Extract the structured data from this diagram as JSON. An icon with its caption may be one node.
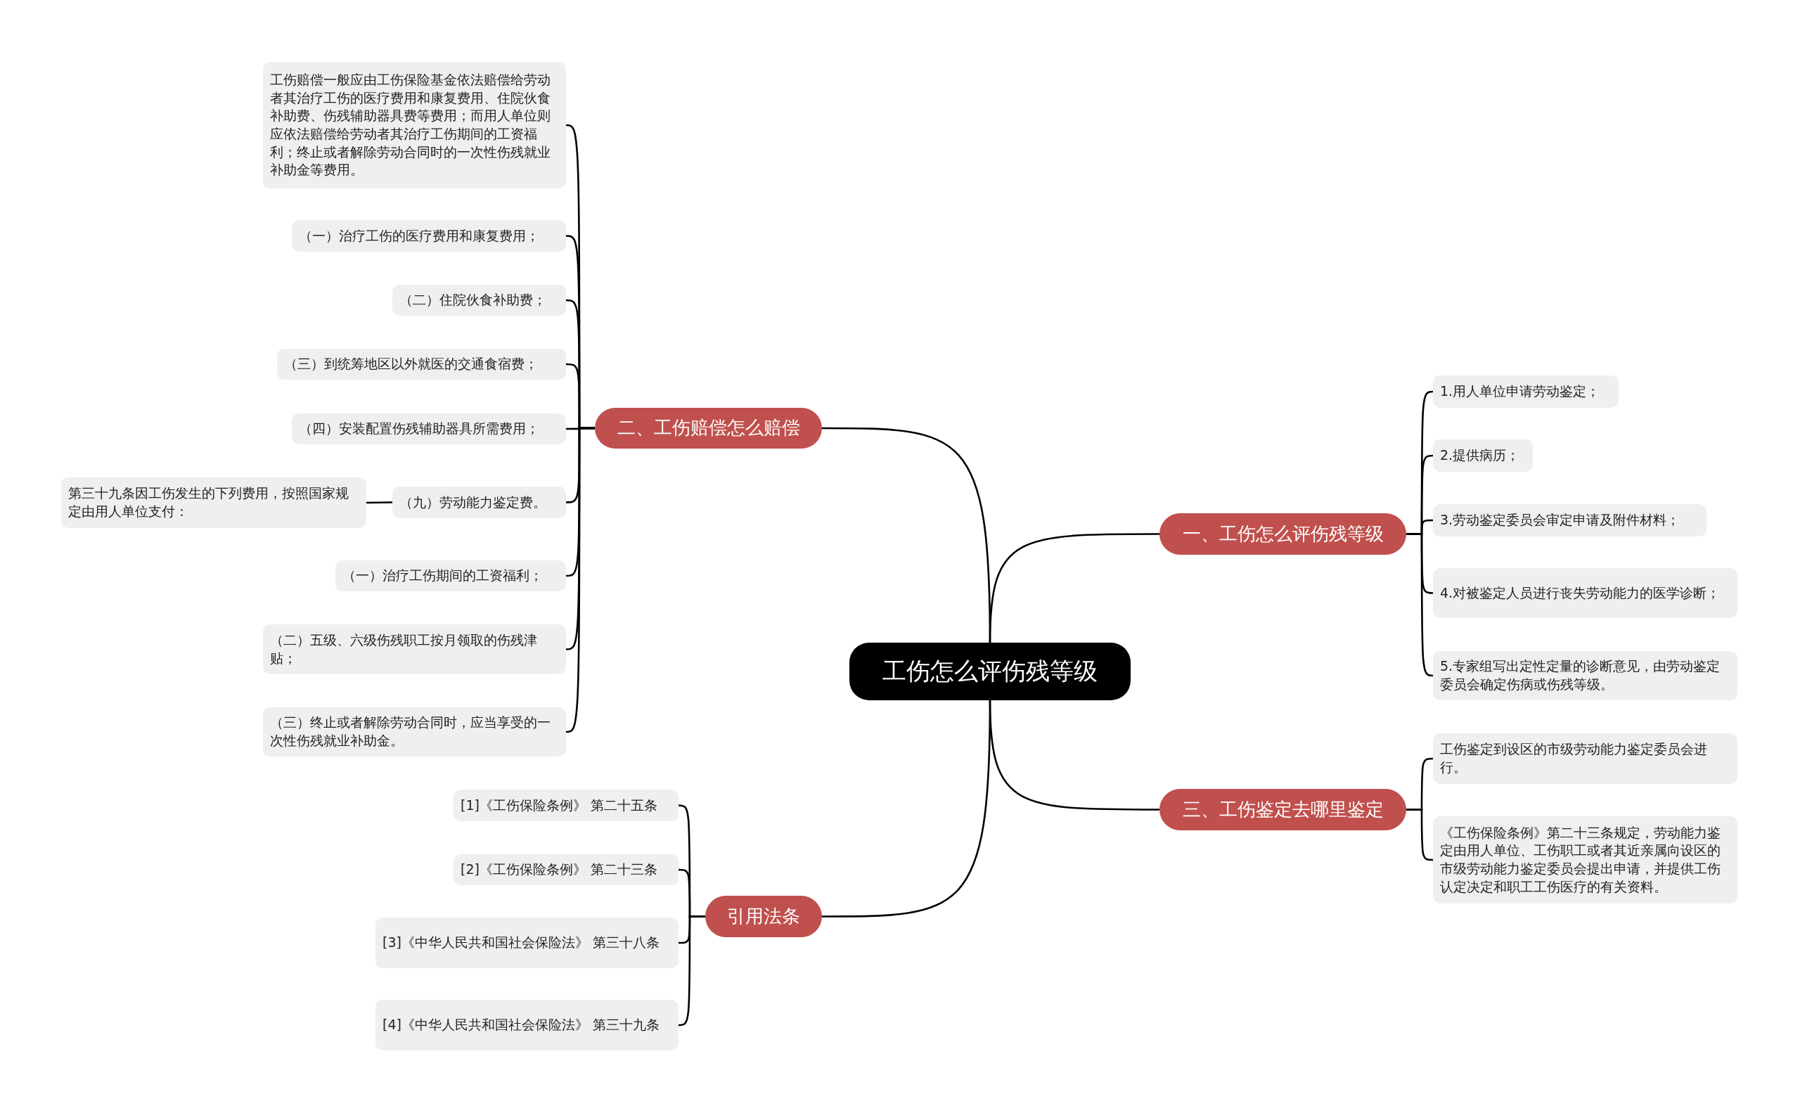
{
  "diagram": {
    "nodes": [
      {
        "text": [
          "工伤怎么评伤残等级"
        ]
      },
      {
        "text": [
          "一、工伤怎么评伤残等级"
        ]
      },
      {
        "text": [
          "1.用人单位申请劳动鉴定；"
        ]
      },
      {
        "text": [
          "2.提供病历；"
        ]
      },
      {
        "text": [
          "3.劳动鉴定委员会审定申请及附件材料；"
        ]
      },
      {
        "text": [
          "4.对被鉴定人员进行丧失劳动能力的医学诊断；"
        ]
      },
      {
        "text": [
          "5.专家组写出定性定量的诊断意见，由劳动鉴定委员会确定伤病或伤残等级。"
        ]
      },
      {
        "text": [
          "三、工伤鉴定去哪里鉴定"
        ]
      },
      {
        "text": [
          "工伤鉴定到设区的市级劳动能力鉴定委员会进行。"
        ]
      },
      {
        "text": [
          "《工伤保险条例》第二十三条规定，劳动能力鉴定由用人单位、工伤职工或者其近亲属向设区的市级劳动能力鉴定委员会提出申请，并提供工伤认定决定和职工工伤医疗的有关资料。"
        ]
      },
      {
        "text": [
          "二、工伤赔偿怎么赔偿"
        ]
      },
      {
        "text": [
          "工伤赔偿一般应由工伤保险基金依法赔偿给劳动者其治疗工伤的医疗费用和康复费用、住院伙食补助费、伤残辅助器具费等费用；而用人单位则应依法赔偿给劳动者其治疗工伤期间的工资福利；终止或者解除劳动合同时的一次性伤残就业补助金等费用。"
        ]
      },
      {
        "text": [
          "（一）治疗工伤的医疗费用和康复费用；"
        ]
      },
      {
        "text": [
          "（二）住院伙食补助费；"
        ]
      },
      {
        "text": [
          "（三）到统筹地区以外就医的交通食宿费；"
        ]
      },
      {
        "text": [
          "（四）安装配置伤残辅助器具所需费用；"
        ]
      },
      {
        "text": [
          "（九）劳动能力鉴定费。"
        ]
      },
      {
        "text": [
          "第三十九条因工伤发生的下列费用，按照国家规定由用人单位支付："
        ]
      },
      {
        "text": [
          "（一）治疗工伤期间的工资福利；"
        ]
      },
      {
        "text": [
          "（二）五级、六级伤残职工按月领取的伤残津贴；"
        ]
      },
      {
        "text": [
          "（三）终止或者解除劳动合同时，应当享受的一次性伤残就业补助金。"
        ]
      },
      {
        "text": [
          "引用法条"
        ]
      },
      {
        "text": [
          "[1]《工伤保险条例》 第二十五条"
        ]
      },
      {
        "text": [
          "[2]《工伤保险条例》 第二十三条"
        ]
      },
      {
        "text": [
          "[3]《中华人民共和国社会保险法》 第三十八条"
        ]
      },
      {
        "text": [
          "[4]《中华人民共和国社会保险法》 第三十九条"
        ]
      }
    ],
    "edges": [
      {
        "from": 0,
        "to": 1,
        "arrow": "none"
      },
      {
        "from": 1,
        "to": 2,
        "arrow": "none"
      },
      {
        "from": 1,
        "to": 3,
        "arrow": "none"
      },
      {
        "from": 1,
        "to": 4,
        "arrow": "none"
      },
      {
        "from": 1,
        "to": 5,
        "arrow": "none"
      },
      {
        "from": 1,
        "to": 6,
        "arrow": "none"
      },
      {
        "from": 0,
        "to": 7,
        "arrow": "none"
      },
      {
        "from": 7,
        "to": 8,
        "arrow": "none"
      },
      {
        "from": 7,
        "to": 9,
        "arrow": "none"
      },
      {
        "from": 0,
        "to": 10,
        "arrow": "none"
      },
      {
        "from": 10,
        "to": 11,
        "arrow": "none"
      },
      {
        "from": 10,
        "to": 12,
        "arrow": "none"
      },
      {
        "from": 10,
        "to": 13,
        "arrow": "none"
      },
      {
        "from": 10,
        "to": 14,
        "arrow": "none"
      },
      {
        "from": 10,
        "to": 15,
        "arrow": "none"
      },
      {
        "from": 10,
        "to": 16,
        "arrow": "none"
      },
      {
        "from": 16,
        "to": 17,
        "arrow": "none"
      },
      {
        "from": 10,
        "to": 18,
        "arrow": "none"
      },
      {
        "from": 10,
        "to": 19,
        "arrow": "none"
      },
      {
        "from": 10,
        "to": 20,
        "arrow": "none"
      },
      {
        "from": 0,
        "to": 21,
        "arrow": "none"
      },
      {
        "from": 21,
        "to": 22,
        "arrow": "none"
      },
      {
        "from": 21,
        "to": 23,
        "arrow": "none"
      },
      {
        "from": 21,
        "to": 24,
        "arrow": "none"
      },
      {
        "from": 21,
        "to": 25,
        "arrow": "none"
      }
    ]
  }
}
